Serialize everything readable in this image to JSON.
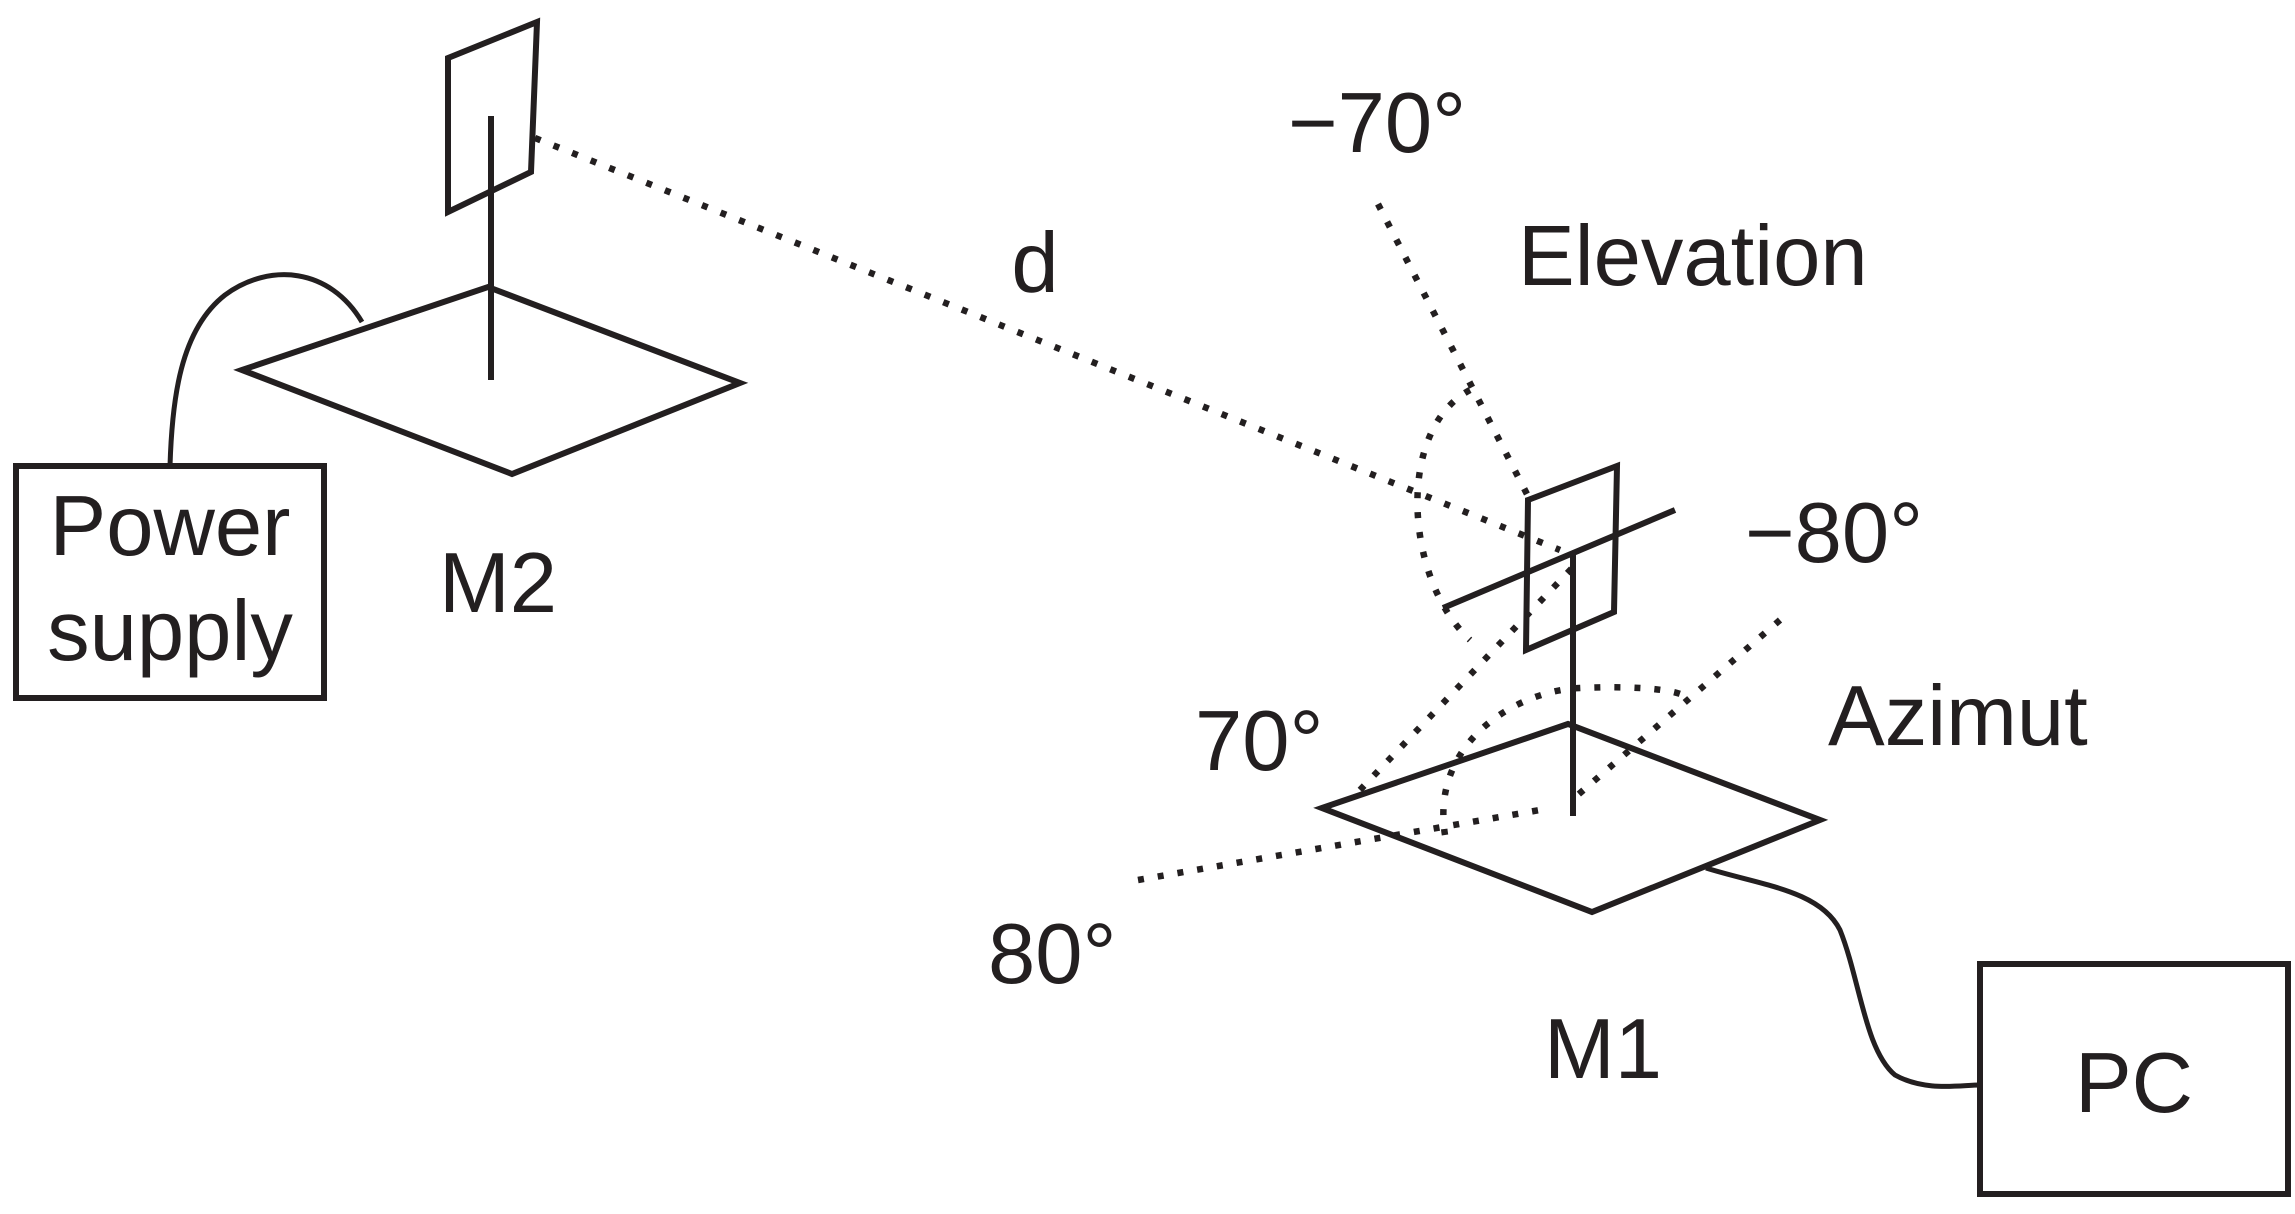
{
  "labels": {
    "power_supply_line1": "Power",
    "power_supply_line2": "supply",
    "m2": "M2",
    "m1": "M1",
    "pc": "PC",
    "distance": "d",
    "elevation": "Elevation",
    "azimut": "Azimut",
    "elev_neg": "−70°",
    "elev_pos": "70°",
    "azim_neg": "−80°",
    "azim_pos": "80°"
  },
  "colors": {
    "stroke": "#231f20",
    "background": "#ffffff"
  }
}
